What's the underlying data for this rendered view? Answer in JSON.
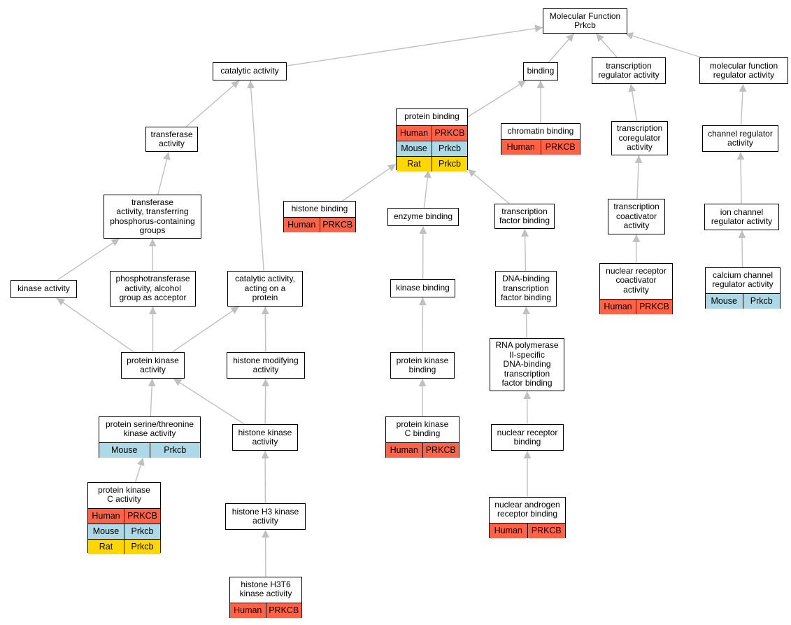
{
  "colors": {
    "edge": "#c0c0c0",
    "Human": "#ff6347",
    "Mouse": "#add8e6",
    "Rat": "#ffd700"
  },
  "nodes": [
    {
      "id": "mf",
      "title": "Molecular Function\nPrkcb",
      "annotations": []
    },
    {
      "id": "catalytic",
      "title": "catalytic activity",
      "annotations": []
    },
    {
      "id": "binding",
      "title": "binding",
      "annotations": []
    },
    {
      "id": "tra",
      "title": "transcription\nregulator activity",
      "annotations": []
    },
    {
      "id": "mfra",
      "title": "molecular function\nregulator activity",
      "annotations": []
    },
    {
      "id": "transferase",
      "title": "transferase\nactivity",
      "annotations": []
    },
    {
      "id": "protein_binding",
      "title": "protein binding",
      "annotations": [
        {
          "species": "Human",
          "gene": "PRKCB"
        },
        {
          "species": "Mouse",
          "gene": "Prkcb"
        },
        {
          "species": "Rat",
          "gene": "Prkcb"
        }
      ]
    },
    {
      "id": "chromatin_binding",
      "title": "chromatin binding",
      "annotations": [
        {
          "species": "Human",
          "gene": "PRKCB"
        }
      ]
    },
    {
      "id": "tcoreg",
      "title": "transcription\ncoregulator\nactivity",
      "annotations": []
    },
    {
      "id": "chreg",
      "title": "channel regulator\nactivity",
      "annotations": []
    },
    {
      "id": "tatp",
      "title": "transferase\nactivity, transferring\nphosphorus-containing\ngroups",
      "annotations": []
    },
    {
      "id": "histone_binding",
      "title": "histone binding",
      "annotations": [
        {
          "species": "Human",
          "gene": "PRKCB"
        }
      ]
    },
    {
      "id": "enzyme_binding",
      "title": "enzyme binding",
      "annotations": []
    },
    {
      "id": "tfb",
      "title": "transcription\nfactor binding",
      "annotations": []
    },
    {
      "id": "tcoact",
      "title": "transcription\ncoactivator\nactivity",
      "annotations": []
    },
    {
      "id": "ionreg",
      "title": "ion channel\nregulator activity",
      "annotations": []
    },
    {
      "id": "kinase_activity",
      "title": "kinase activity",
      "annotations": []
    },
    {
      "id": "phospho_alcohol",
      "title": "phosphotransferase\nactivity, alcohol\ngroup as acceptor",
      "annotations": []
    },
    {
      "id": "cat_protein",
      "title": "catalytic activity,\nacting on a\nprotein",
      "annotations": []
    },
    {
      "id": "kinase_binding",
      "title": "kinase binding",
      "annotations": []
    },
    {
      "id": "dbtfb",
      "title": "DNA-binding\ntranscription\nfactor binding",
      "annotations": []
    },
    {
      "id": "nr_coact",
      "title": "nuclear receptor\ncoactivator\nactivity",
      "annotations": [
        {
          "species": "Human",
          "gene": "PRKCB"
        }
      ]
    },
    {
      "id": "ca_reg",
      "title": "calcium channel\nregulator activity",
      "annotations": [
        {
          "species": "Mouse",
          "gene": "Prkcb"
        }
      ]
    },
    {
      "id": "pk_activity",
      "title": "protein kinase\nactivity",
      "annotations": []
    },
    {
      "id": "hist_mod",
      "title": "histone modifying\nactivity",
      "annotations": []
    },
    {
      "id": "pk_binding",
      "title": "protein kinase\nbinding",
      "annotations": []
    },
    {
      "id": "rnap",
      "title": "RNA polymerase\nII-specific\nDNA-binding\ntranscription\nfactor binding",
      "annotations": []
    },
    {
      "id": "pst_kinase",
      "title": "protein serine/threonine\nkinase activity",
      "annotations": [
        {
          "species": "Mouse",
          "gene": "Prkcb"
        }
      ]
    },
    {
      "id": "hist_kinase",
      "title": "histone kinase\nactivity",
      "annotations": []
    },
    {
      "id": "pkc_binding",
      "title": "protein kinase\nC binding",
      "annotations": [
        {
          "species": "Human",
          "gene": "PRKCB"
        }
      ]
    },
    {
      "id": "nr_binding",
      "title": "nuclear receptor\nbinding",
      "annotations": []
    },
    {
      "id": "pkc_activity",
      "title": "protein kinase\nC activity",
      "annotations": [
        {
          "species": "Human",
          "gene": "PRKCB"
        },
        {
          "species": "Mouse",
          "gene": "Prkcb"
        },
        {
          "species": "Rat",
          "gene": "Prkcb"
        }
      ]
    },
    {
      "id": "h3_kinase",
      "title": "histone H3 kinase\nactivity",
      "annotations": []
    },
    {
      "id": "nar_binding",
      "title": "nuclear androgen\nreceptor binding",
      "annotations": [
        {
          "species": "Human",
          "gene": "PRKCB"
        }
      ]
    },
    {
      "id": "h3t6",
      "title": "histone H3T6\nkinase activity",
      "annotations": [
        {
          "species": "Human",
          "gene": "PRKCB"
        }
      ]
    }
  ],
  "edges": [
    {
      "from": "catalytic",
      "to": "mf"
    },
    {
      "from": "binding",
      "to": "mf"
    },
    {
      "from": "tra",
      "to": "mf"
    },
    {
      "from": "mfra",
      "to": "mf"
    },
    {
      "from": "transferase",
      "to": "catalytic"
    },
    {
      "from": "cat_protein",
      "to": "catalytic"
    },
    {
      "from": "protein_binding",
      "to": "binding"
    },
    {
      "from": "chromatin_binding",
      "to": "binding"
    },
    {
      "from": "tcoreg",
      "to": "tra"
    },
    {
      "from": "chreg",
      "to": "mfra"
    },
    {
      "from": "tatp",
      "to": "transferase"
    },
    {
      "from": "histone_binding",
      "to": "protein_binding"
    },
    {
      "from": "enzyme_binding",
      "to": "protein_binding"
    },
    {
      "from": "tfb",
      "to": "protein_binding"
    },
    {
      "from": "tcoact",
      "to": "tcoreg"
    },
    {
      "from": "ionreg",
      "to": "chreg"
    },
    {
      "from": "kinase_activity",
      "to": "tatp"
    },
    {
      "from": "phospho_alcohol",
      "to": "tatp"
    },
    {
      "from": "kinase_binding",
      "to": "enzyme_binding"
    },
    {
      "from": "dbtfb",
      "to": "tfb"
    },
    {
      "from": "nr_coact",
      "to": "tcoact"
    },
    {
      "from": "ca_reg",
      "to": "ionreg"
    },
    {
      "from": "pk_activity",
      "to": "kinase_activity"
    },
    {
      "from": "pk_activity",
      "to": "phospho_alcohol"
    },
    {
      "from": "pk_activity",
      "to": "cat_protein"
    },
    {
      "from": "hist_mod",
      "to": "cat_protein"
    },
    {
      "from": "pk_binding",
      "to": "kinase_binding"
    },
    {
      "from": "rnap",
      "to": "dbtfb"
    },
    {
      "from": "pst_kinase",
      "to": "pk_activity"
    },
    {
      "from": "hist_kinase",
      "to": "pk_activity"
    },
    {
      "from": "hist_kinase",
      "to": "hist_mod"
    },
    {
      "from": "pkc_binding",
      "to": "pk_binding"
    },
    {
      "from": "nr_binding",
      "to": "rnap"
    },
    {
      "from": "pkc_activity",
      "to": "pst_kinase"
    },
    {
      "from": "h3_kinase",
      "to": "hist_kinase"
    },
    {
      "from": "nar_binding",
      "to": "nr_binding"
    },
    {
      "from": "h3t6",
      "to": "h3_kinase"
    }
  ]
}
